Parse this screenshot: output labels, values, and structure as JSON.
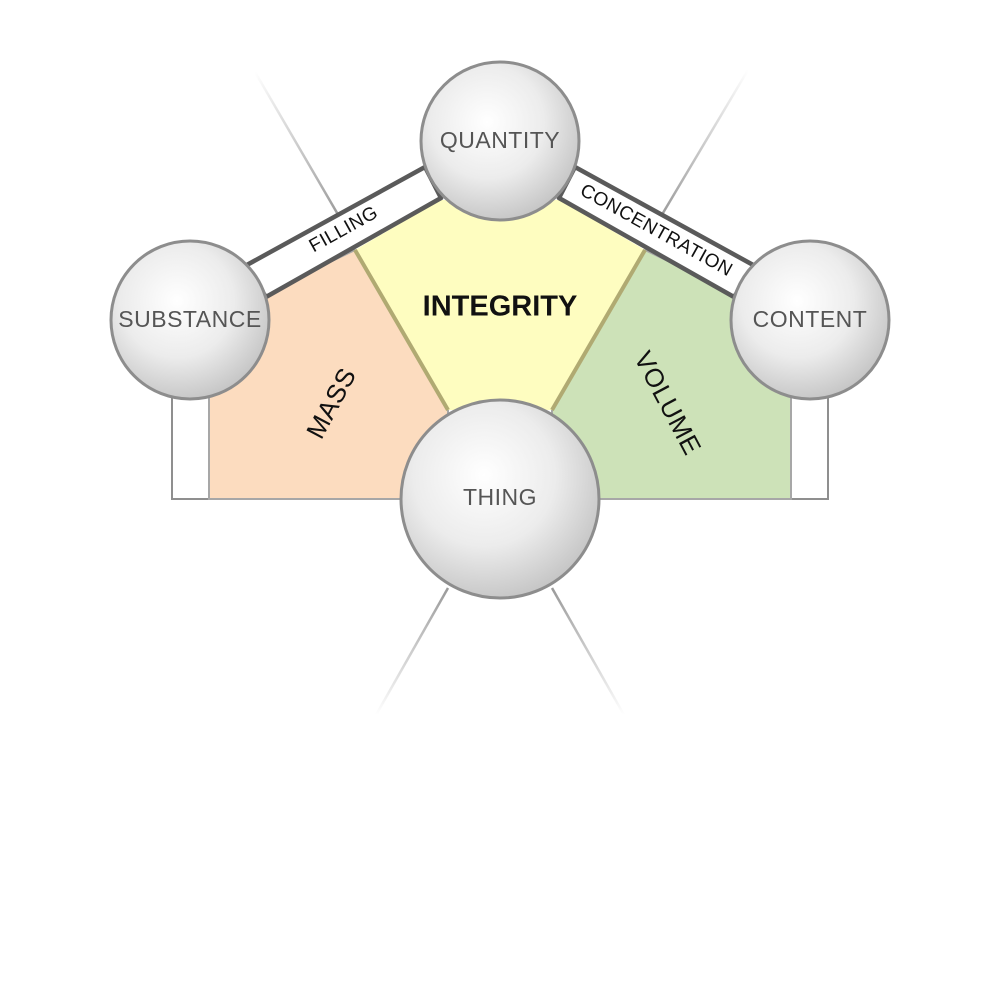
{
  "nodes": {
    "quantity": "QUANTITY",
    "substance": "SUBSTANCE",
    "content": "CONTENT",
    "thing": "THING"
  },
  "regions": {
    "integrity": "INTEGRITY",
    "mass": "MASS",
    "volume": "VOLUME"
  },
  "bands": {
    "filling": "FILLING",
    "concentration": "CONCENTRATION"
  },
  "colors": {
    "integrity_fill": "#fefdc0",
    "mass_fill": "#fcdcbf",
    "volume_fill": "#cde2b8",
    "node_fill": "#e8e8e8",
    "node_stroke": "#8d8d8d",
    "band_stroke": "#5a5a5a"
  }
}
